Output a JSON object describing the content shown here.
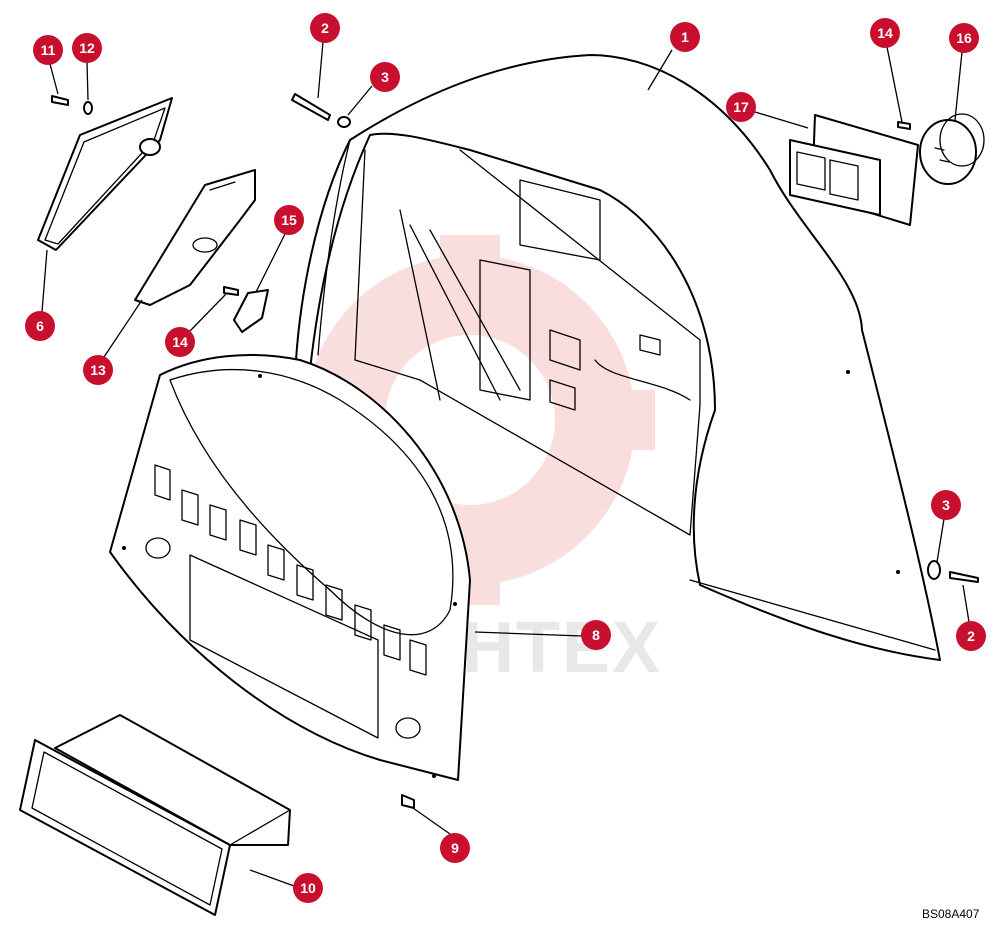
{
  "diagram": {
    "reference_code": "BS08A407",
    "watermark_text": "MHTEX",
    "callout_color": "#c8102e",
    "callouts": [
      {
        "label": "1"
      },
      {
        "label": "2"
      },
      {
        "label": "3"
      },
      {
        "label": "11"
      },
      {
        "label": "12"
      },
      {
        "label": "6"
      },
      {
        "label": "13"
      },
      {
        "label": "14"
      },
      {
        "label": "15"
      },
      {
        "label": "14"
      },
      {
        "label": "16"
      },
      {
        "label": "17"
      },
      {
        "label": "3"
      },
      {
        "label": "2"
      },
      {
        "label": "8"
      },
      {
        "label": "9"
      },
      {
        "label": "10"
      }
    ]
  }
}
